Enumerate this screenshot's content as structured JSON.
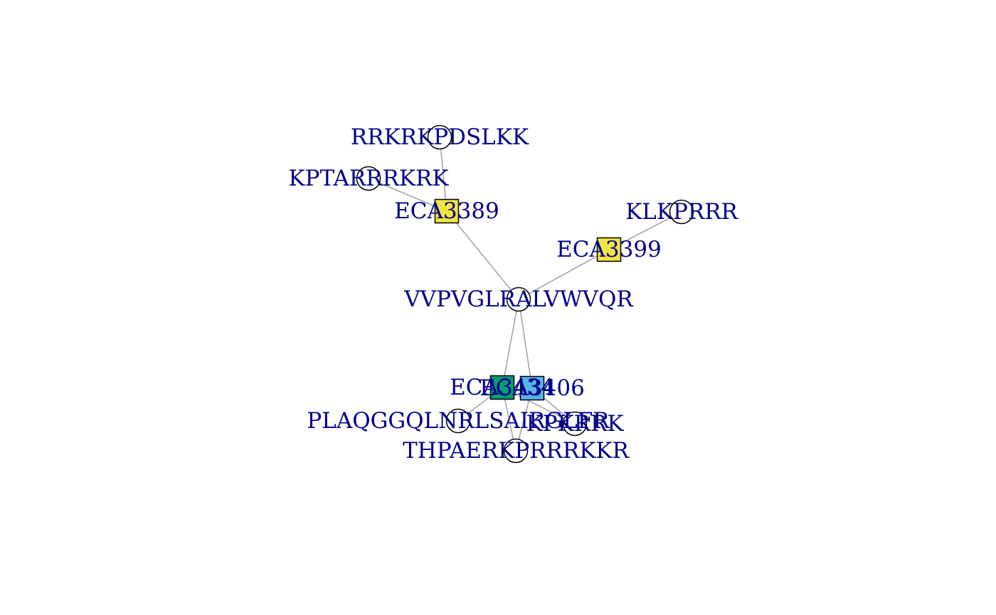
{
  "graph": {
    "label_color": "#00008b",
    "edge_color": "#a6a6a6",
    "nodes": [
      {
        "id": "ECA3389",
        "kind": "protein",
        "fill": "#f0e442"
      },
      {
        "id": "ECA3399",
        "kind": "protein",
        "fill": "#f0e442"
      },
      {
        "id": "ECA3434",
        "kind": "protein",
        "fill": "#009e73"
      },
      {
        "id": "ECA3406",
        "kind": "protein",
        "fill": "#56b4e9"
      },
      {
        "id": "RRKRKPDSLKK",
        "kind": "peptide"
      },
      {
        "id": "KPTARRRKRK",
        "kind": "peptide"
      },
      {
        "id": "KLKPRRR",
        "kind": "peptide"
      },
      {
        "id": "VVPVGLRALVWVQR",
        "kind": "peptide"
      },
      {
        "id": "PLAQGGQLNRLSAIRGLFR",
        "kind": "peptide"
      },
      {
        "id": "KPKRRK",
        "kind": "peptide"
      },
      {
        "id": "THPAERKPRRRKKR",
        "kind": "peptide"
      }
    ],
    "edges": [
      {
        "source": "RRKRKPDSLKK",
        "target": "ECA3389"
      },
      {
        "source": "KPTARRRKRK",
        "target": "ECA3389"
      },
      {
        "source": "ECA3389",
        "target": "VVPVGLRALVWVQR"
      },
      {
        "source": "KLKPRRR",
        "target": "ECA3399"
      },
      {
        "source": "ECA3399",
        "target": "VVPVGLRALVWVQR"
      },
      {
        "source": "VVPVGLRALVWVQR",
        "target": "ECA3434"
      },
      {
        "source": "VVPVGLRALVWVQR",
        "target": "ECA3406"
      },
      {
        "source": "ECA3434",
        "target": "PLAQGGQLNRLSAIRGLFR"
      },
      {
        "source": "ECA3434",
        "target": "THPAERKPRRRKKR"
      },
      {
        "source": "ECA3434",
        "target": "KPKRRK"
      },
      {
        "source": "ECA3406",
        "target": "KPKRRK"
      },
      {
        "source": "ECA3406",
        "target": "THPAERKPRRRKKR"
      }
    ]
  }
}
